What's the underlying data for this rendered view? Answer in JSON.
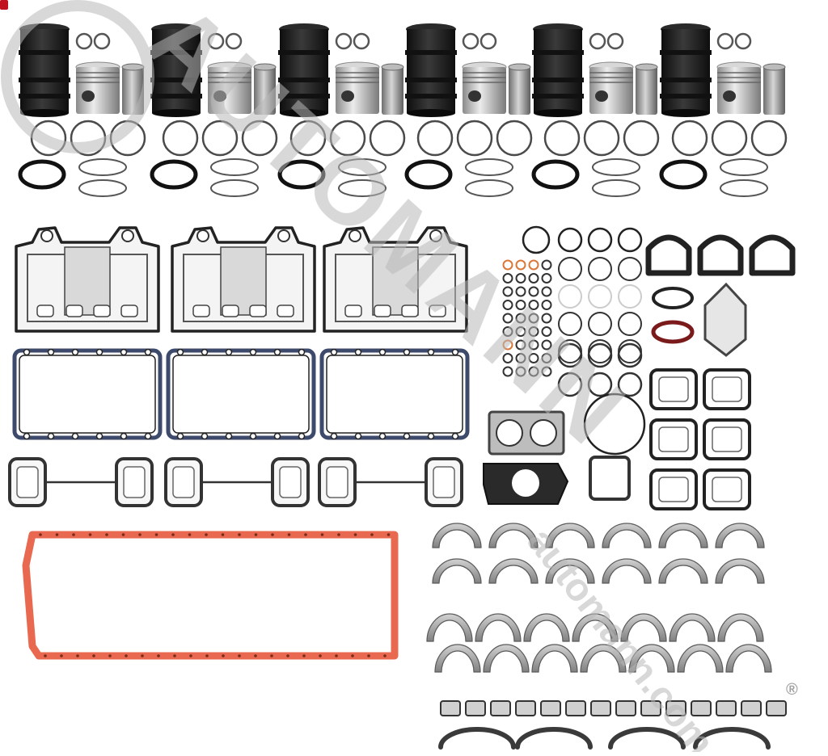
{
  "product_image": {
    "alt": "Engine overhaul kit: cylinder liners, pistons, pins, rings, head gaskets, valve cover gaskets, manifold gaskets, oil pan gasket, o-rings, seals, rod and main bearings, thrust washers",
    "watermark": {
      "brand": "AUTOMANN",
      "url": "automann.com",
      "trademark": "®",
      "color": "#b8b8b8"
    },
    "colors": {
      "liner": "#1e1e1e",
      "piston": "#c9c9c9",
      "ring": "#4a4a4a",
      "oil_pan_gasket": "#e8694f",
      "valve_cover_gasket": "#3d4a6b",
      "orange_oring": "#d9783a",
      "bearing": "#9a9a9a",
      "corner_mark": "#c1121f"
    },
    "counts": {
      "cylinders": 6,
      "head_gaskets": 3,
      "valve_cover_gaskets": 3,
      "manifold_gaskets": 3,
      "rod_bearings": 12,
      "main_bearings": 14,
      "thrust_tabs": 14,
      "thrust_washers": 4
    }
  }
}
